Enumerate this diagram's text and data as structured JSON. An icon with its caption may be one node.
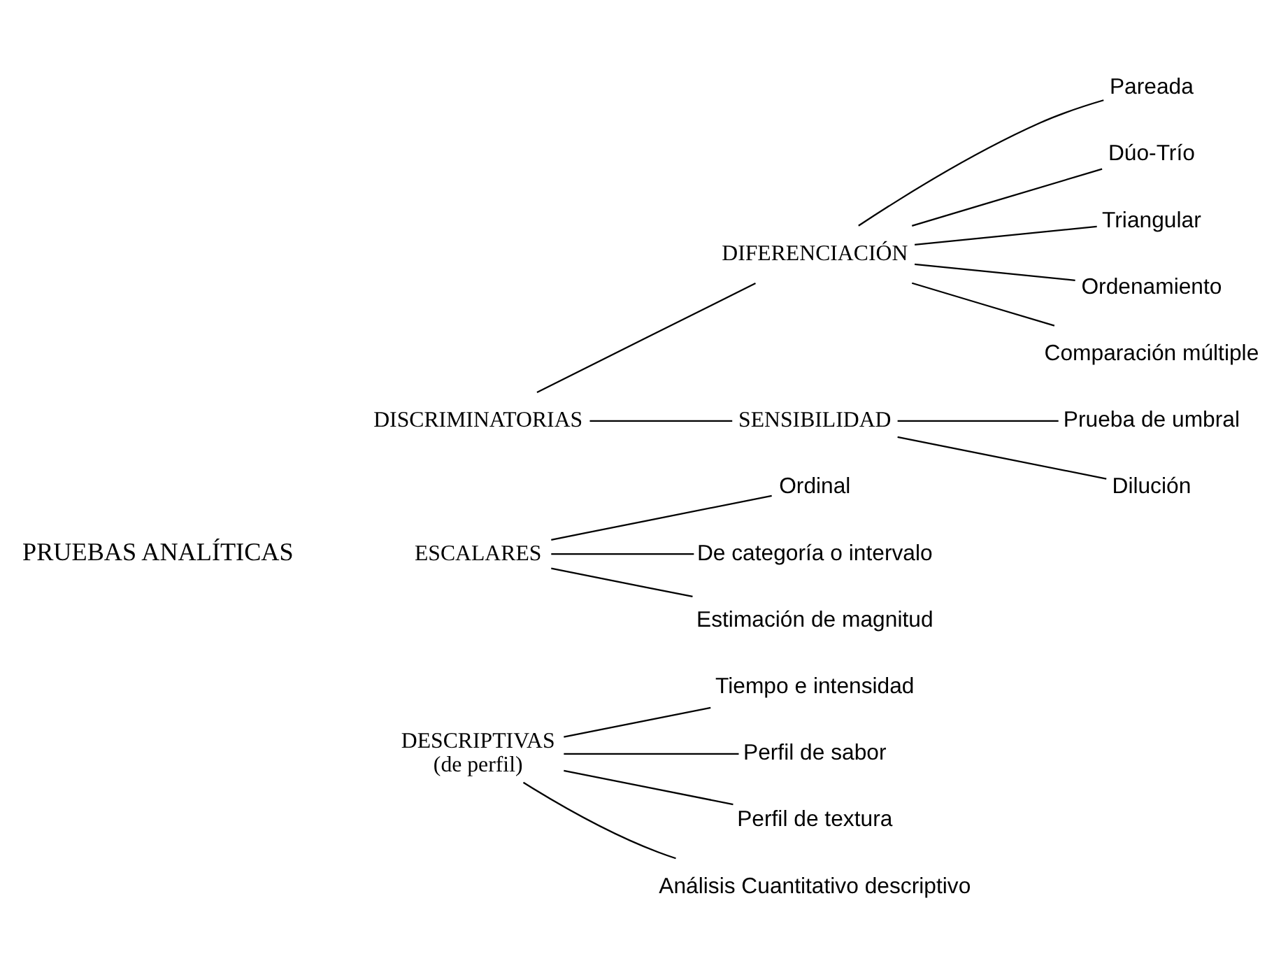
{
  "diagram": {
    "nodes": [
      {
        "text": [
          "DISCRIMINATORIAS"
        ]
      },
      {
        "text": [
          "DIFERENCIACIÓN"
        ]
      },
      {
        "text": [
          "Pareada"
        ]
      },
      {
        "text": [
          "Dúo-Trío"
        ]
      },
      {
        "text": [
          "Triangular"
        ]
      },
      {
        "text": [
          "Ordenamiento"
        ]
      },
      {
        "text": [
          "Comparación múltiple"
        ]
      },
      {
        "text": [
          "SENSIBILIDAD"
        ]
      },
      {
        "text": [
          "Prueba de umbral"
        ]
      },
      {
        "text": [
          "Dilución"
        ]
      },
      {
        "text": [
          "ESCALARES"
        ]
      },
      {
        "text": [
          "Ordinal"
        ]
      },
      {
        "text": [
          "De categoría o intervalo"
        ]
      },
      {
        "text": [
          "Estimación de magnitud"
        ]
      },
      {
        "text": [
          "DESCRIPTIVAS",
          "(de perfil)"
        ]
      },
      {
        "text": [
          "Tiempo e intensidad"
        ]
      },
      {
        "text": [
          "Perfil de sabor"
        ]
      },
      {
        "text": [
          "Perfil de textura"
        ]
      },
      {
        "text": [
          "Análisis Cuantitativo descriptivo"
        ]
      }
    ],
    "edges": [
      {
        "from": 0,
        "to": 1,
        "arrow": "none"
      },
      {
        "from": 0,
        "to": 7,
        "arrow": "none"
      },
      {
        "from": 1,
        "to": 2,
        "arrow": "none"
      },
      {
        "from": 1,
        "to": 3,
        "arrow": "none"
      },
      {
        "from": 1,
        "to": 4,
        "arrow": "none"
      },
      {
        "from": 1,
        "to": 5,
        "arrow": "none"
      },
      {
        "from": 1,
        "to": 6,
        "arrow": "none"
      },
      {
        "from": 7,
        "to": 8,
        "arrow": "none"
      },
      {
        "from": 7,
        "to": 9,
        "arrow": "none"
      },
      {
        "from": 10,
        "to": 11,
        "arrow": "none"
      },
      {
        "from": 10,
        "to": 12,
        "arrow": "none"
      },
      {
        "from": 10,
        "to": 13,
        "arrow": "none"
      },
      {
        "from": 14,
        "to": 15,
        "arrow": "none"
      },
      {
        "from": 14,
        "to": 16,
        "arrow": "none"
      },
      {
        "from": 14,
        "to": 17,
        "arrow": "none"
      },
      {
        "from": 14,
        "to": 18,
        "arrow": "none"
      }
    ],
    "labels": [
      "PRUEBAS ANALÍTICAS"
    ]
  }
}
